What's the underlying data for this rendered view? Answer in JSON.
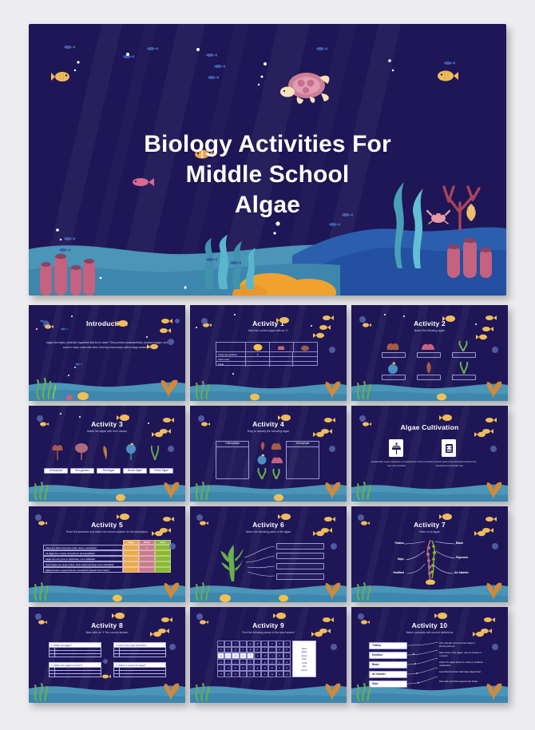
{
  "theme": {
    "bg_page": "#edecef",
    "slide_bg": "#1e1656",
    "water_mid": "#2f6fb5",
    "water_front": "#4aa3c7",
    "accent_orange": "#e8a951",
    "accent_pink": "#c97b8e",
    "accent_green": "#8cb832",
    "text_light": "#ffffff"
  },
  "hero": {
    "name": "title-slide",
    "title_line1": "Biology Activities For",
    "title_line2": "Middle School",
    "title_line3": "Algae"
  },
  "slides": [
    {
      "id": "introduction",
      "title": "Introduction",
      "subtitle": "",
      "body": "Algae are simple, plant-like organisms that live in water. They perform photosynthesis, produce oxygen, and come in many colors and sizes, from tiny microscopic cells to large seaweeds."
    },
    {
      "id": "activity-1",
      "title": "Activity 1",
      "subtitle": "Mark the correct algae with an 'X'",
      "table": {
        "col_headers": [
          "",
          "image-1",
          "image-2",
          "image-3"
        ],
        "rows": [
          {
            "label": "Caulerpa prolifera",
            "marks": [
              "X",
              "",
              ""
            ]
          },
          {
            "label": "Irish moss",
            "marks": [
              "",
              "",
              ""
            ]
          },
          {
            "label": "Laver",
            "marks": [
              "",
              "",
              ""
            ]
          }
        ]
      }
    },
    {
      "id": "activity-2",
      "title": "Activity 2",
      "subtitle": "Name the following algae",
      "answer_boxes": [
        "",
        "",
        "",
        "",
        "",
        ""
      ]
    },
    {
      "id": "activity-3",
      "title": "Activity 3",
      "subtitle": "Match the algae with their names",
      "name_cards": [
        "Ochrophyta",
        "Sea grasses",
        "Red Algae",
        "Brown Algae",
        "Green Algae"
      ]
    },
    {
      "id": "activity-4",
      "title": "Activity 4",
      "subtitle": "Drag to classify the following algae",
      "bins": [
        "Chlorophyta",
        "Ochrophyta"
      ]
    },
    {
      "id": "algae-cultivation",
      "title": "Algae Cultivation",
      "subtitle": "",
      "cards": [
        {
          "icon": "seaweed-farm-icon",
          "caption": "Sustainable ocean cultivation of seaweed for food, fuel, and products."
        },
        {
          "icon": "bioreactor-icon",
          "caption": "Controlled vessels optimizing biological reactions for industrial and scientific use."
        }
      ]
    },
    {
      "id": "activity-5",
      "title": "Activity 5",
      "subtitle": "Read the sentence and select the correct answer for the description",
      "columns": [
        "Algae",
        "Plant",
        "Both"
      ],
      "column_colors": [
        "#e8a951",
        "#c97b8e",
        "#8cb832"
      ],
      "statements": [
        "Algae are plants that have roots, stems, and leaves.",
        "All algae live in water and perform photosynthesis.",
        "Algae can only grow in freshwater, not in saltwater.",
        "Some algae are single-celled, while others are large and multicellular.",
        "Algae produce oxygen and are important for aquatic food chains."
      ],
      "marked": {
        "row": 0,
        "col": 1,
        "mark": "X"
      }
    },
    {
      "id": "activity-6",
      "title": "Activity 6",
      "subtitle": "Name the following parts of the algae",
      "answer_boxes": [
        "",
        "",
        "",
        ""
      ]
    },
    {
      "id": "activity-7",
      "title": "Activity 7",
      "subtitle": "Parts of an algae",
      "labels_left": [
        "Thallus",
        "Stipe",
        "Holdfast"
      ],
      "labels_right": [
        "Blade",
        "Pigments",
        "Air bladder"
      ]
    },
    {
      "id": "activity-8",
      "title": "Activity 8",
      "subtitle": "Mark with an 'X' the correct answer",
      "questions": [
        "1.  What's an algae?",
        "2.  How many types are there?",
        "3.  What's the algae's function?",
        "4.  Which is correct for algae?"
      ]
    },
    {
      "id": "activity-9",
      "title": "Activity 9",
      "subtitle": "Find the following words in the word search",
      "word_list": [
        "plant",
        "algae",
        "green",
        "herb",
        "coral",
        "sea",
        "weed"
      ],
      "grid_rows": [
        [
          "t",
          "s",
          "l",
          "r",
          "u",
          "d",
          "q",
          "z",
          "e",
          "k"
        ],
        [
          "a",
          "e",
          "g",
          "n",
          "a",
          "e",
          "l",
          "r",
          "a",
          "b"
        ],
        [
          "p",
          "l",
          "a",
          "n",
          "t",
          "o",
          "d",
          "c",
          "h",
          "s"
        ],
        [
          "m",
          "s",
          "z",
          "e",
          "v",
          "r",
          "g",
          "y",
          "p",
          "d"
        ],
        [
          "l",
          "u",
          "m",
          "a",
          "l",
          "g",
          "a",
          "e",
          "o",
          "w"
        ],
        [
          "h",
          "a",
          "b",
          "s",
          "d",
          "a",
          "s",
          "w",
          "e",
          "e"
        ]
      ],
      "highlight_row": 2,
      "highlight_cols": [
        0,
        1,
        2,
        3,
        4
      ]
    },
    {
      "id": "activity-10",
      "title": "Activity 10",
      "subtitle": "Match concepts with correct definitions",
      "concepts": [
        "Thallus",
        "Holdfast",
        "Blade",
        "Air bladder",
        "Stipe"
      ],
      "definitions": [
        "Flat, leaf-like structure that helps in photosynthesis.",
        "Main body of the algae; may be simple or complex.",
        "Helps the algae attach to rocks or surfaces underwater.",
        "Gas-filled structure that helps algae float.",
        "Stem-like part that supports the blade."
      ]
    }
  ]
}
